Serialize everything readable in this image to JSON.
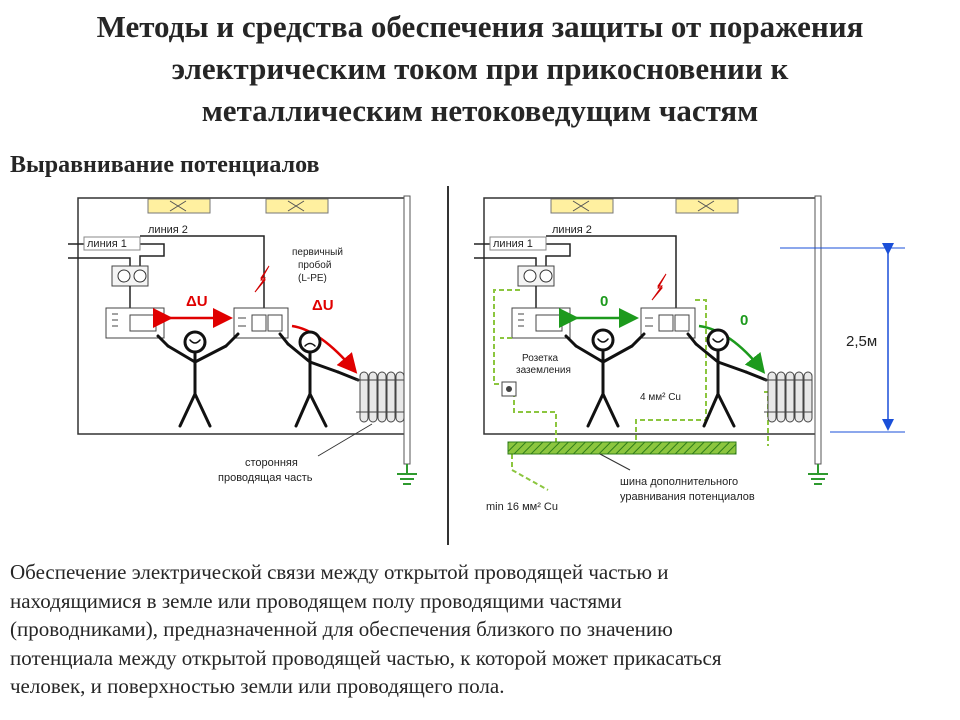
{
  "title": {
    "lines": [
      "Методы и средства обеспечения защиты от поражения",
      "электрическим током при прикосновении к",
      "металлическим нетоковедущим частям"
    ]
  },
  "subtitle": "Выравнивание потенциалов",
  "left_diagram": {
    "line1": "линия 1",
    "line2": "линия 2",
    "breakdown": [
      "первичный",
      "пробой",
      "(L-PE)"
    ],
    "du_label_1": "ΔU",
    "du_label_2": "ΔU",
    "third_party": [
      "сторонняя",
      "проводящая часть"
    ]
  },
  "right_diagram": {
    "line1": "линия 1",
    "line2": "линия 2",
    "zero_label_1": "0",
    "zero_label_2": "0",
    "socket": [
      "Розетка",
      "заземления"
    ],
    "cu4": "4 мм² Cu",
    "cu16": "min 16 мм² Cu",
    "bus": [
      "шина дополнительного",
      "уравнивания потенциалов"
    ],
    "height": "2,5м"
  },
  "body_text": {
    "lines": [
      "Обеспечение электрической связи между открытой проводящей частью и",
      "находящимися в земле или проводящем полу проводящими частями",
      "(проводниками), предназначенной для обеспечения близкого по значению",
      "потенциала между открытой проводящей частью, к которой может прикасаться",
      "человек, и поверхностью земли или проводящего пола."
    ]
  },
  "colors": {
    "text": "#262626",
    "red_arrow": "#e00000",
    "green_arrow": "#1d9a1d",
    "bus_green": "#7dbb2a",
    "lamp_yellow": "#fff0a0",
    "ground_green": "#2e9a2e"
  }
}
